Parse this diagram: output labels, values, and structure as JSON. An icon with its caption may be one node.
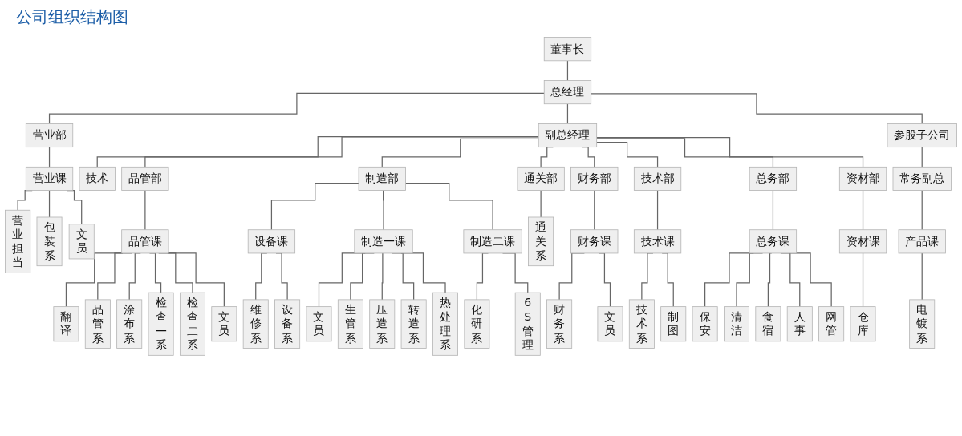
{
  "diagram": {
    "title": "公司组织结构图",
    "nodes": [
      {
        "text": [
          "董事长"
        ]
      },
      {
        "text": [
          "总经理"
        ]
      },
      {
        "text": [
          "技术"
        ]
      },
      {
        "text": [
          "副总经理"
        ]
      },
      {
        "text": [
          "参股子公司"
        ]
      },
      {
        "text": [
          "营业部"
        ]
      },
      {
        "text": [
          "品管部"
        ]
      },
      {
        "text": [
          "制造部"
        ]
      },
      {
        "text": [
          "通关部"
        ]
      },
      {
        "text": [
          "财务部"
        ]
      },
      {
        "text": [
          "技术部"
        ]
      },
      {
        "text": [
          "总务部"
        ]
      },
      {
        "text": [
          "资材部"
        ]
      },
      {
        "text": [
          "常务副总"
        ]
      },
      {
        "text": [
          "营业课"
        ]
      },
      {
        "text": [
          "品管课"
        ]
      },
      {
        "text": [
          "设备课"
        ]
      },
      {
        "text": [
          "制造一课"
        ]
      },
      {
        "text": [
          "制造二课"
        ]
      },
      {
        "text": [
          "财务课"
        ]
      },
      {
        "text": [
          "技术课"
        ]
      },
      {
        "text": [
          "总务课"
        ]
      },
      {
        "text": [
          "资材课"
        ]
      },
      {
        "text": [
          "产品课"
        ]
      },
      {
        "text": [
          "营业担当"
        ]
      },
      {
        "text": [
          "包装系"
        ]
      },
      {
        "text": [
          "文员"
        ]
      },
      {
        "text": [
          "翻译"
        ]
      },
      {
        "text": [
          "品管系"
        ]
      },
      {
        "text": [
          "涂布系"
        ]
      },
      {
        "text": [
          "检查一系"
        ]
      },
      {
        "text": [
          "检查二系"
        ]
      },
      {
        "text": [
          "文员"
        ]
      },
      {
        "text": [
          "维修系"
        ]
      },
      {
        "text": [
          "设备系"
        ]
      },
      {
        "text": [
          "文员"
        ]
      },
      {
        "text": [
          "生管系"
        ]
      },
      {
        "text": [
          "压造系"
        ]
      },
      {
        "text": [
          "转造系"
        ]
      },
      {
        "text": [
          "热处理系"
        ]
      },
      {
        "text": [
          "化研系"
        ]
      },
      {
        "text": [
          "6S管理"
        ]
      },
      {
        "text": [
          "通关系"
        ]
      },
      {
        "text": [
          "财务系"
        ]
      },
      {
        "text": [
          "文员"
        ]
      },
      {
        "text": [
          "技术系"
        ]
      },
      {
        "text": [
          "制图"
        ]
      },
      {
        "text": [
          "保安"
        ]
      },
      {
        "text": [
          "清洁"
        ]
      },
      {
        "text": [
          "食宿"
        ]
      },
      {
        "text": [
          "人事"
        ]
      },
      {
        "text": [
          "网管"
        ]
      },
      {
        "text": [
          "仓库"
        ]
      },
      {
        "text": [
          "电镀系"
        ]
      }
    ],
    "edges": [
      {
        "from": 0,
        "to": 1,
        "arrow": "none"
      },
      {
        "from": 1,
        "to": 5,
        "arrow": "none"
      },
      {
        "from": 1,
        "to": 3,
        "arrow": "none"
      },
      {
        "from": 1,
        "to": 4,
        "arrow": "none"
      },
      {
        "from": 3,
        "to": 2,
        "arrow": "none"
      },
      {
        "from": 3,
        "to": 6,
        "arrow": "none"
      },
      {
        "from": 3,
        "to": 7,
        "arrow": "none"
      },
      {
        "from": 3,
        "to": 8,
        "arrow": "none"
      },
      {
        "from": 3,
        "to": 9,
        "arrow": "none"
      },
      {
        "from": 3,
        "to": 10,
        "arrow": "none"
      },
      {
        "from": 3,
        "to": 11,
        "arrow": "none"
      },
      {
        "from": 3,
        "to": 12,
        "arrow": "none"
      },
      {
        "from": 4,
        "to": 13,
        "arrow": "none"
      },
      {
        "from": 5,
        "to": 14,
        "arrow": "none"
      },
      {
        "from": 6,
        "to": 15,
        "arrow": "none"
      },
      {
        "from": 7,
        "to": 16,
        "arrow": "none"
      },
      {
        "from": 7,
        "to": 17,
        "arrow": "none"
      },
      {
        "from": 7,
        "to": 18,
        "arrow": "none"
      },
      {
        "from": 9,
        "to": 19,
        "arrow": "none"
      },
      {
        "from": 10,
        "to": 20,
        "arrow": "none"
      },
      {
        "from": 11,
        "to": 21,
        "arrow": "none"
      },
      {
        "from": 12,
        "to": 22,
        "arrow": "none"
      },
      {
        "from": 13,
        "to": 23,
        "arrow": "none"
      },
      {
        "from": 14,
        "to": 24,
        "arrow": "none"
      },
      {
        "from": 14,
        "to": 25,
        "arrow": "none"
      },
      {
        "from": 14,
        "to": 26,
        "arrow": "none"
      },
      {
        "from": 15,
        "to": 27,
        "arrow": "none"
      },
      {
        "from": 15,
        "to": 28,
        "arrow": "none"
      },
      {
        "from": 15,
        "to": 29,
        "arrow": "none"
      },
      {
        "from": 15,
        "to": 30,
        "arrow": "none"
      },
      {
        "from": 15,
        "to": 31,
        "arrow": "none"
      },
      {
        "from": 15,
        "to": 32,
        "arrow": "none"
      },
      {
        "from": 16,
        "to": 33,
        "arrow": "none"
      },
      {
        "from": 16,
        "to": 34,
        "arrow": "none"
      },
      {
        "from": 17,
        "to": 35,
        "arrow": "none"
      },
      {
        "from": 17,
        "to": 36,
        "arrow": "none"
      },
      {
        "from": 17,
        "to": 37,
        "arrow": "none"
      },
      {
        "from": 17,
        "to": 38,
        "arrow": "none"
      },
      {
        "from": 17,
        "to": 39,
        "arrow": "none"
      },
      {
        "from": 18,
        "to": 40,
        "arrow": "none"
      },
      {
        "from": 18,
        "to": 41,
        "arrow": "none"
      },
      {
        "from": 8,
        "to": 42,
        "arrow": "none"
      },
      {
        "from": 19,
        "to": 43,
        "arrow": "none"
      },
      {
        "from": 19,
        "to": 44,
        "arrow": "none"
      },
      {
        "from": 20,
        "to": 45,
        "arrow": "none"
      },
      {
        "from": 20,
        "to": 46,
        "arrow": "none"
      },
      {
        "from": 21,
        "to": 47,
        "arrow": "none"
      },
      {
        "from": 21,
        "to": 48,
        "arrow": "none"
      },
      {
        "from": 21,
        "to": 49,
        "arrow": "none"
      },
      {
        "from": 21,
        "to": 50,
        "arrow": "none"
      },
      {
        "from": 21,
        "to": 51,
        "arrow": "none"
      },
      {
        "from": 22,
        "to": 52,
        "arrow": "none"
      },
      {
        "from": 23,
        "to": 53,
        "arrow": "none"
      }
    ]
  }
}
